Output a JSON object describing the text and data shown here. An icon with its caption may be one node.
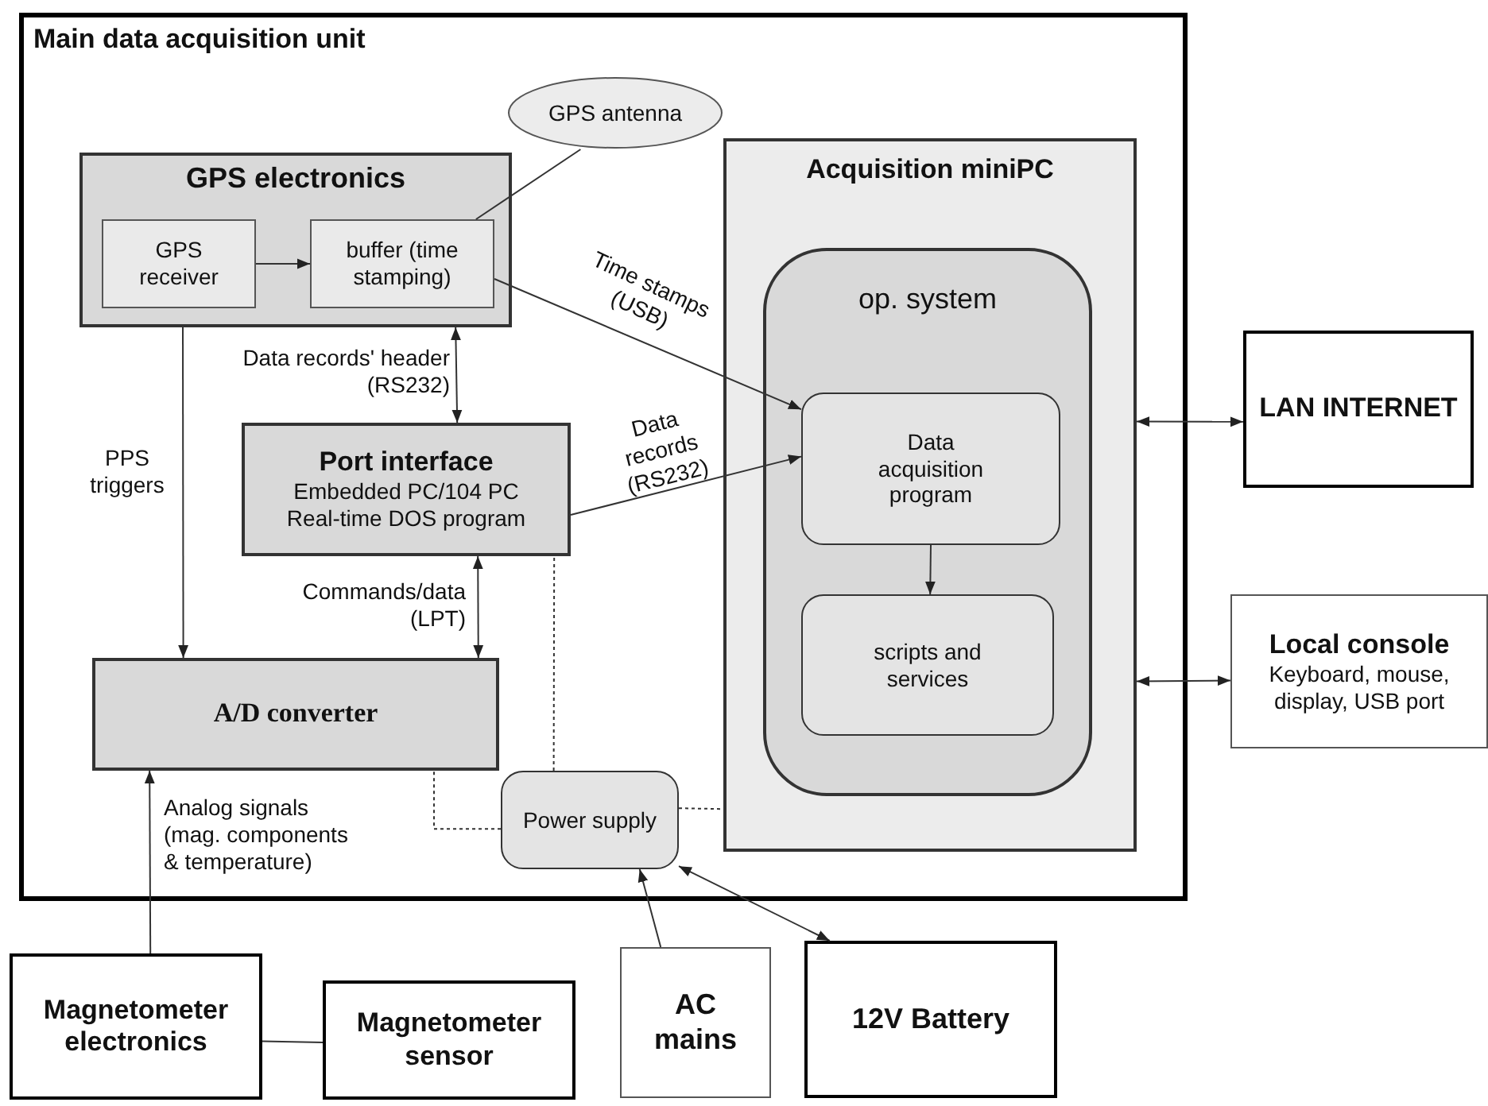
{
  "diagram": {
    "nodes": [
      {
        "text": [
          "Main data acquisition unit"
        ]
      },
      {
        "text": [
          "GPS antenna"
        ],
        "in": 0
      },
      {
        "text": [
          "GPS electronics"
        ],
        "in": 0
      },
      {
        "text": [
          "GPS receiver"
        ],
        "in": 2
      },
      {
        "text": [
          "buffer (time stamping)"
        ],
        "in": 2
      },
      {
        "text": [
          "Port interface",
          "Embedded PC/104 PC",
          "Real-time DOS program"
        ],
        "in": 0
      },
      {
        "text": [
          "A/D converter"
        ],
        "in": 0
      },
      {
        "text": [
          "Power supply"
        ],
        "in": 0
      },
      {
        "text": [
          "Acquisition miniPC"
        ],
        "in": 0
      },
      {
        "text": [
          "op. system"
        ],
        "in": 8
      },
      {
        "text": [
          "Data acquisition program"
        ],
        "in": 9
      },
      {
        "text": [
          "scripts and services"
        ],
        "in": 9
      },
      {
        "text": [
          "LAN INTERNET"
        ]
      },
      {
        "text": [
          "Local console",
          "Keyboard, mouse, display, USB port"
        ]
      },
      {
        "text": [
          "AC mains"
        ]
      },
      {
        "text": [
          "12V Battery"
        ]
      },
      {
        "text": [
          "Magnetometer electronics"
        ]
      },
      {
        "text": [
          "Magnetometer sensor"
        ]
      }
    ],
    "edges": [
      {
        "from": 3,
        "to": 4,
        "arrow": "to"
      },
      {
        "from": 1,
        "to": 4,
        "arrow": "none"
      },
      {
        "from": 4,
        "to": 10,
        "arrow": "to",
        "label": "Time stamps (USB)"
      },
      {
        "from": 2,
        "to": 5,
        "arrow": "both",
        "label": "Data records' header (RS232)"
      },
      {
        "from": 5,
        "to": 10,
        "arrow": "to",
        "label": "Data records (RS232)"
      },
      {
        "from": 2,
        "to": 6,
        "arrow": "to",
        "label": "PPS triggers"
      },
      {
        "from": 5,
        "to": 6,
        "arrow": "both",
        "label": "Commands/data (LPT)"
      },
      {
        "from": 16,
        "to": 6,
        "arrow": "to",
        "label": "Analog signals (mag. components & temperature)"
      },
      {
        "from": 10,
        "to": 11,
        "arrow": "to"
      },
      {
        "from": 8,
        "to": 12,
        "arrow": "both"
      },
      {
        "from": 8,
        "to": 13,
        "arrow": "both"
      },
      {
        "from": 14,
        "to": 7,
        "arrow": "to"
      },
      {
        "from": 15,
        "to": 7,
        "arrow": "both"
      },
      {
        "from": 16,
        "to": 17,
        "arrow": "none"
      },
      {
        "from": 7,
        "to": 5,
        "arrow": "none",
        "style": "dashed"
      },
      {
        "from": 7,
        "to": 6,
        "arrow": "none",
        "style": "dashed"
      },
      {
        "from": 7,
        "to": 8,
        "arrow": "none",
        "style": "dashed"
      }
    ]
  }
}
